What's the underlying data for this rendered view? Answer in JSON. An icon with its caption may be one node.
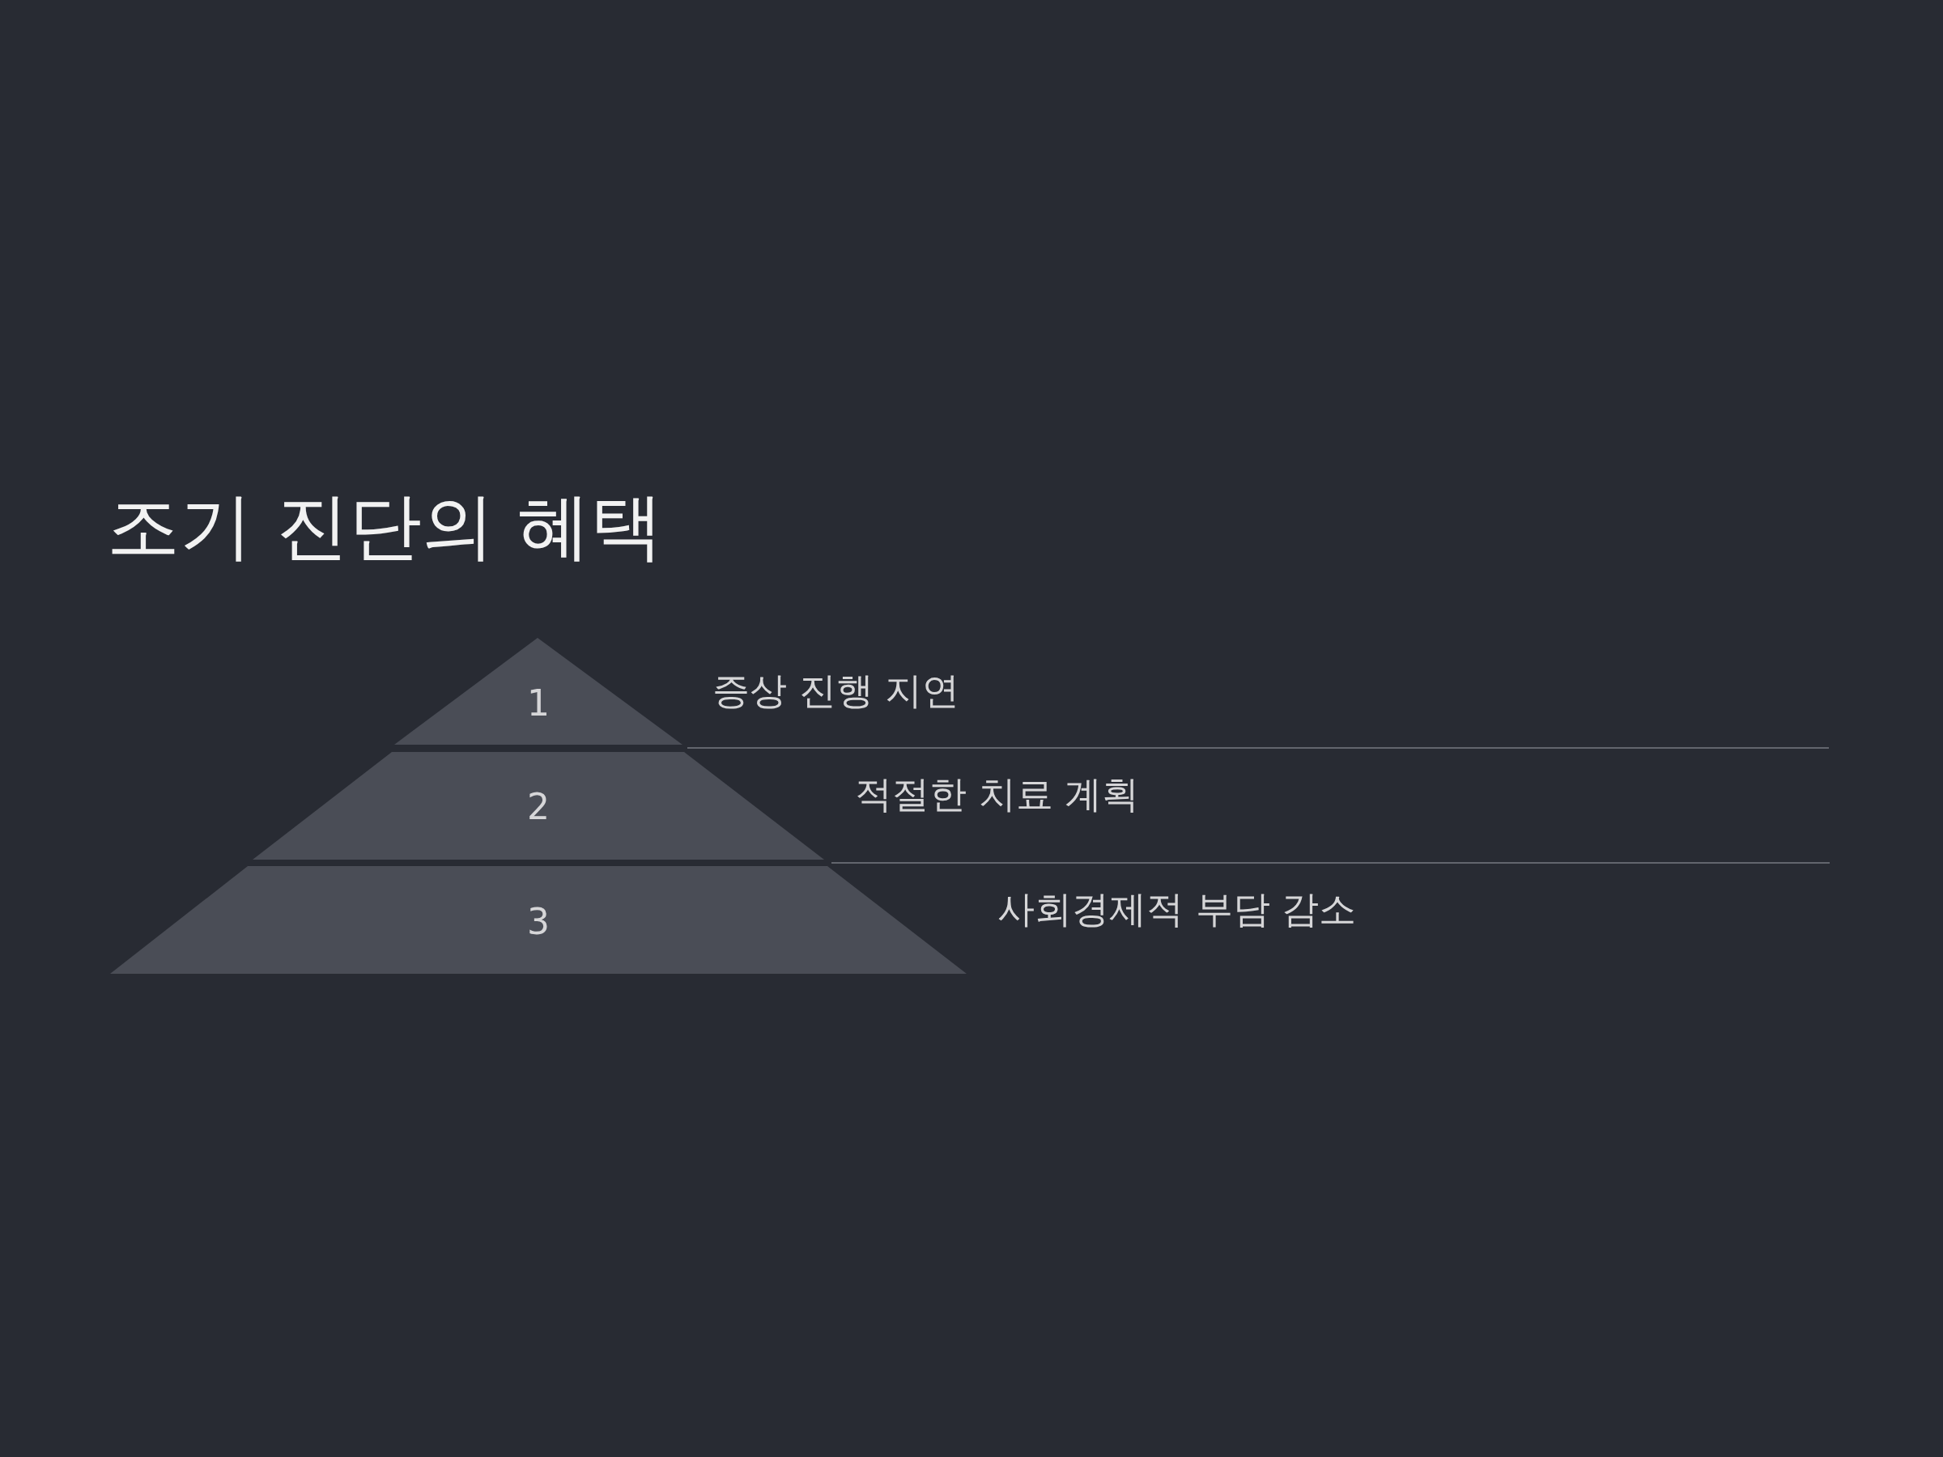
{
  "diagram": {
    "title": "조기 진단의 혜택",
    "nodes": [
      {
        "text": [
          "1"
        ],
        "beside": [
          "증상 진행 지연"
        ]
      },
      {
        "text": [
          "2"
        ],
        "beside": [
          "적절한 치료 계획"
        ]
      },
      {
        "text": [
          "3"
        ],
        "beside": [
          "사회경제적 부담 감소"
        ]
      }
    ]
  }
}
